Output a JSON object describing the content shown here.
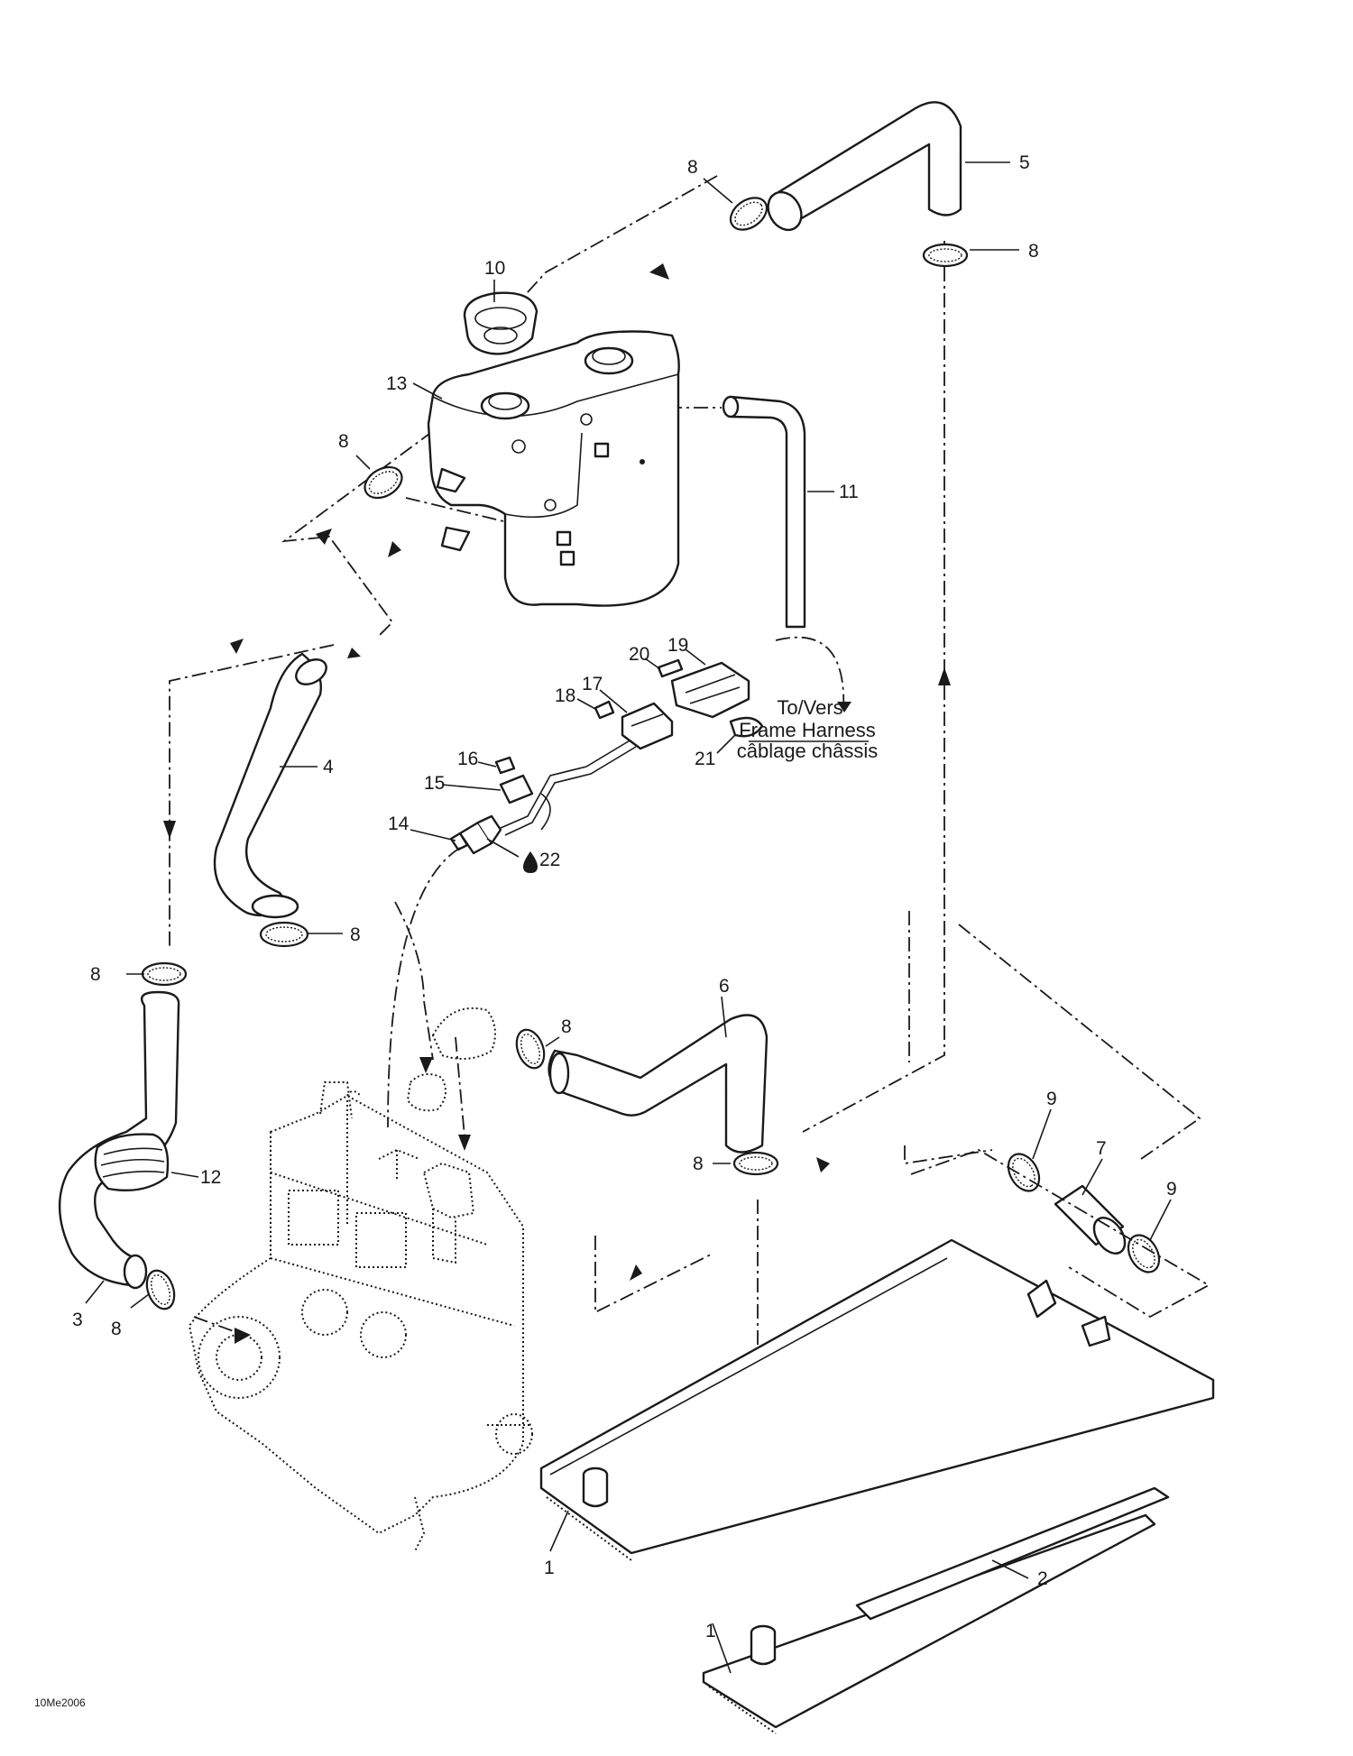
{
  "colors": {
    "ink": "#1a1a1a",
    "background": "#ffffff"
  },
  "callouts": {
    "c1a": "1",
    "c1b": "1",
    "c2": "2",
    "c3": "3",
    "c4": "4",
    "c5": "5",
    "c6": "6",
    "c7": "7",
    "c8a": "8",
    "c8b": "8",
    "c8c": "8",
    "c8d": "8",
    "c8e": "8",
    "c8f": "8",
    "c8g": "8",
    "c8h": "8",
    "c9a": "9",
    "c9b": "9",
    "c10": "10",
    "c11": "11",
    "c12": "12",
    "c13": "13",
    "c14": "14",
    "c15": "15",
    "c16": "16",
    "c17": "17",
    "c18": "18",
    "c19": "19",
    "c20": "20",
    "c21": "21",
    "c22": "22"
  },
  "harness_note": {
    "line1": "To/Vers",
    "line2": "Frame Harness",
    "line3": "câblage châssis"
  },
  "drawing_code": "10Me2006",
  "icons": {
    "drop": "liquid-drop-icon",
    "flow_arrow": "flow-arrow-icon"
  }
}
